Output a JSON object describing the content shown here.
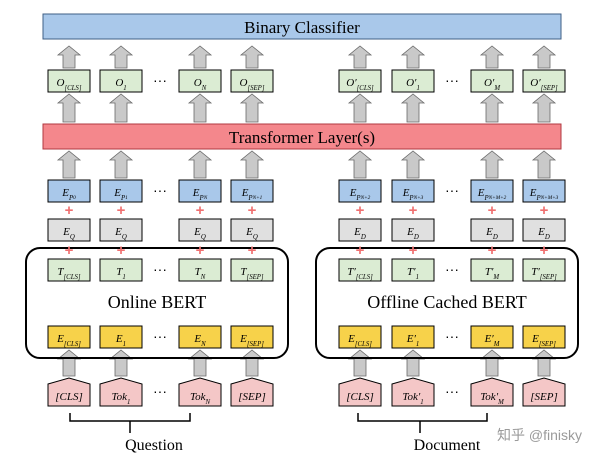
{
  "classifier": {
    "label": "Binary Classifier"
  },
  "transformer": {
    "label": "Transformer Layer(s)"
  },
  "question": {
    "outputs": [
      {
        "base": "O",
        "sub": "[CLS]"
      },
      {
        "base": "O",
        "sub": "1"
      },
      {
        "base": "O",
        "sub": "N"
      },
      {
        "base": "O",
        "sub": "[SEP]"
      }
    ],
    "positions": [
      {
        "base": "E",
        "sub": "P",
        "subsub": "0"
      },
      {
        "base": "E",
        "sub": "P",
        "subsub": "1"
      },
      {
        "base": "E",
        "sub": "P",
        "subsub": "N"
      },
      {
        "base": "E",
        "sub": "P",
        "subsub": "N+1"
      }
    ],
    "segments": [
      {
        "base": "E",
        "sub": "Q"
      },
      {
        "base": "E",
        "sub": "Q"
      },
      {
        "base": "E",
        "sub": "Q"
      },
      {
        "base": "E",
        "sub": "Q"
      }
    ],
    "bert_label": "Online BERT",
    "hidden": [
      {
        "base": "T",
        "sub": "[CLS]"
      },
      {
        "base": "T",
        "sub": "1"
      },
      {
        "base": "T",
        "sub": "N"
      },
      {
        "base": "T",
        "sub": "[SEP]"
      }
    ],
    "embeddings": [
      {
        "base": "E",
        "sub": "[CLS]"
      },
      {
        "base": "E",
        "sub": "1"
      },
      {
        "base": "E",
        "sub": "N"
      },
      {
        "base": "E",
        "sub": "[SEP]"
      }
    ],
    "tokens": [
      {
        "base": "[CLS]",
        "sub": ""
      },
      {
        "base": "Tok",
        "sub": "1"
      },
      {
        "base": "Tok",
        "sub": "N"
      },
      {
        "base": "[SEP]",
        "sub": ""
      }
    ],
    "label": "Question"
  },
  "document": {
    "outputs": [
      {
        "base": "O′",
        "sub": "[CLS]"
      },
      {
        "base": "O′",
        "sub": "1"
      },
      {
        "base": "O′",
        "sub": "M"
      },
      {
        "base": "O′",
        "sub": "[SEP]"
      }
    ],
    "positions": [
      {
        "base": "E",
        "sub": "P",
        "subsub": "N+2"
      },
      {
        "base": "E",
        "sub": "P",
        "subsub": "N+3"
      },
      {
        "base": "E",
        "sub": "P",
        "subsub": "N+M+2"
      },
      {
        "base": "E",
        "sub": "P",
        "subsub": "N+M+3"
      }
    ],
    "segments": [
      {
        "base": "E",
        "sub": "D"
      },
      {
        "base": "E",
        "sub": "D"
      },
      {
        "base": "E",
        "sub": "D"
      },
      {
        "base": "E",
        "sub": "D"
      }
    ],
    "bert_label": "Offline Cached BERT",
    "hidden": [
      {
        "base": "T′",
        "sub": "[CLS]"
      },
      {
        "base": "T′",
        "sub": "1"
      },
      {
        "base": "T′",
        "sub": "M"
      },
      {
        "base": "T′",
        "sub": "[SEP]"
      }
    ],
    "embeddings": [
      {
        "base": "E",
        "sub": "[CLS]"
      },
      {
        "base": "E′",
        "sub": "1"
      },
      {
        "base": "E′",
        "sub": "M"
      },
      {
        "base": "E",
        "sub": "[SEP]"
      }
    ],
    "tokens": [
      {
        "base": "[CLS]",
        "sub": ""
      },
      {
        "base": "Tok′",
        "sub": "1"
      },
      {
        "base": "Tok′",
        "sub": "M"
      },
      {
        "base": "[SEP]",
        "sub": ""
      }
    ],
    "label": "Document"
  },
  "ellipsis": "···",
  "plus": "+",
  "watermark": "知乎 @finisky",
  "colors": {
    "classifier_fill": "#a9c8ea",
    "classifier_stroke": "#3f5f86",
    "transformer_fill": "#f4878c",
    "transformer_stroke": "#b03a40",
    "output_fill": "#dbecd3",
    "position_fill": "#a9c8ea",
    "segment_fill": "#e0e0e0",
    "hidden_fill": "#dbecd3",
    "embed_fill": "#f7d24a",
    "token_fill": "#f4c7c7",
    "arrow_fill": "#c9c9c9",
    "plus": "#f07070"
  }
}
